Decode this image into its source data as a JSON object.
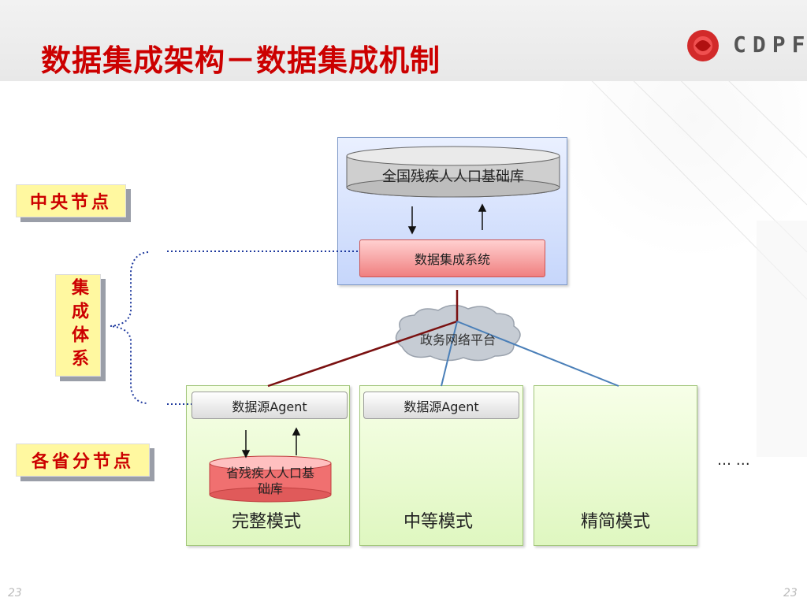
{
  "slide": {
    "title": "数据集成架构－数据集成机制",
    "logo_text": "CDPF",
    "page_number": "23"
  },
  "labels": {
    "central_node": "中央节点",
    "integration_system": "集成体系",
    "provincial_nodes": "各省分节点"
  },
  "central": {
    "database": "全国残疾人人口基础库",
    "integration_system": "数据集成系统"
  },
  "network": {
    "cloud_label": "政务网络平台"
  },
  "provinces": [
    {
      "agent": "数据源Agent",
      "database": "省残疾人人口基础库",
      "mode": "完整模式"
    },
    {
      "agent": "数据源Agent",
      "mode": "中等模式"
    },
    {
      "mode": "精简模式"
    }
  ],
  "more": "… …",
  "colors": {
    "title_red": "#cc0000",
    "label_bg": "#fff8a0",
    "central_box": "#c6d6fb",
    "province_box": "#dff7c0",
    "line_darkred": "#7a1010",
    "line_blue": "#4a7fb8",
    "dotted_blue": "#1f3a9e"
  }
}
